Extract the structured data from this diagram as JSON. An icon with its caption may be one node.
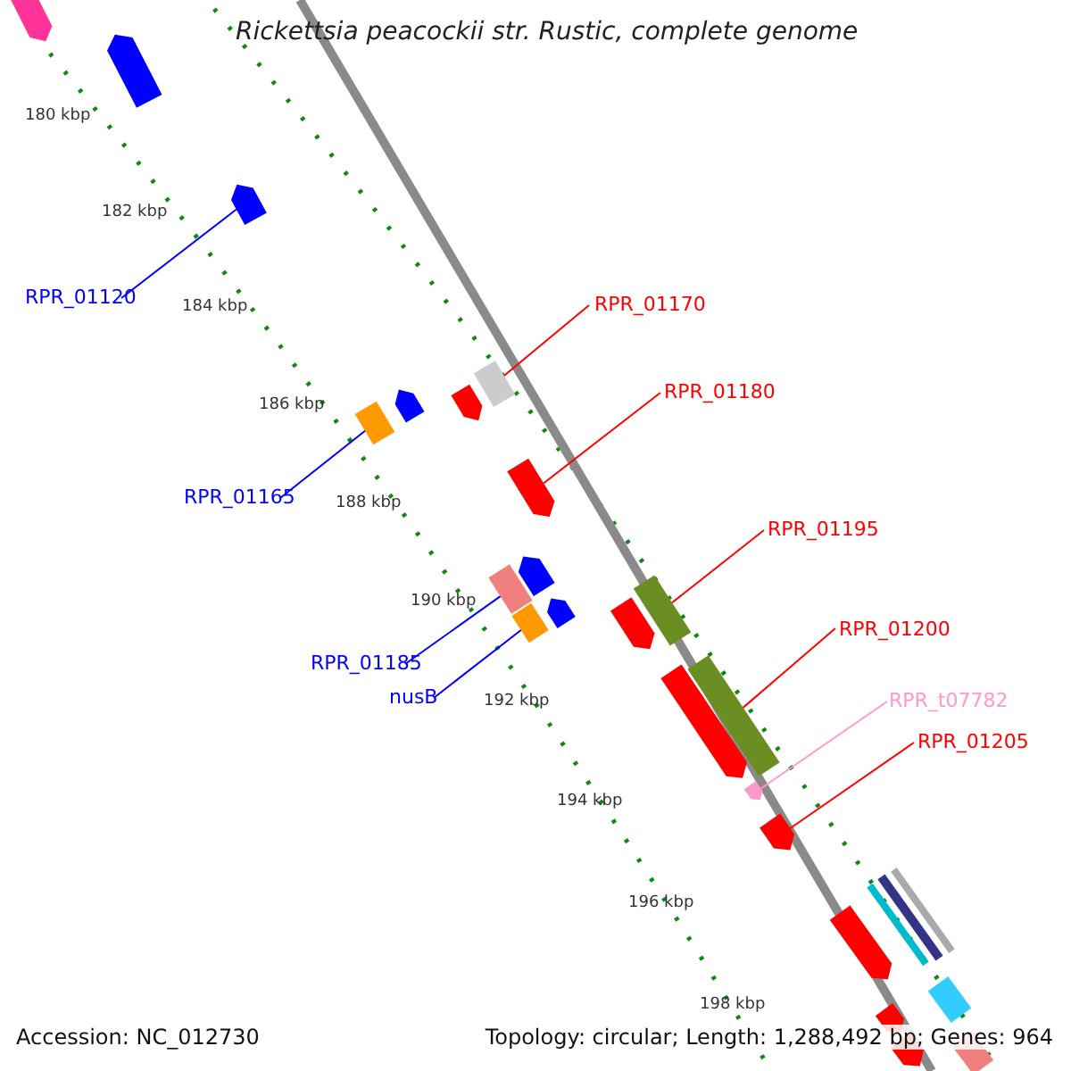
{
  "diagram": {
    "title": "Rickettsia peacockii str. Rustic, complete genome",
    "nodes": [
      {
        "text": [
          "RPR_01120"
        ]
      },
      {
        "text": [
          "RPR_01170"
        ]
      },
      {
        "text": [
          "RPR_01180"
        ]
      },
      {
        "text": [
          "RPR_01165"
        ]
      },
      {
        "text": [
          "RPR_01195"
        ]
      },
      {
        "text": [
          "RPR_01200"
        ]
      },
      {
        "text": [
          "RPR_01185"
        ]
      },
      {
        "text": [
          "nusB"
        ]
      },
      {
        "text": [
          "RPR_t07782"
        ]
      },
      {
        "text": [
          "RPR_01205"
        ]
      },
      {
        "text": [],
        "shape": "bar"
      },
      {
        "text": [],
        "shape": "bar"
      },
      {
        "text": [],
        "shape": "bar"
      },
      {
        "text": [],
        "shape": "bar"
      },
      {
        "text": [],
        "shape": "bar"
      },
      {
        "text": [],
        "shape": "bar"
      },
      {
        "text": [],
        "shape": "bar"
      },
      {
        "text": [],
        "shape": "bar"
      },
      {
        "text": [],
        "shape": "bar"
      },
      {
        "text": [],
        "shape": "bar"
      },
      {
        "text": [],
        "shape": "bar"
      },
      {
        "text": [],
        "shape": "bar"
      },
      {
        "text": [],
        "shape": "bar"
      },
      {
        "text": [],
        "shape": "bar"
      },
      {
        "text": [],
        "shape": "bar"
      },
      {
        "text": [],
        "shape": "bar"
      },
      {
        "text": [],
        "shape": "bar"
      },
      {
        "text": [],
        "shape": "bar"
      },
      {
        "text": [],
        "shape": "bar"
      },
      {
        "text": [],
        "shape": "bar"
      },
      {
        "text": [],
        "shape": "bar"
      },
      {
        "text": [],
        "shape": "bar"
      },
      {
        "text": [],
        "shape": "bar"
      },
      {
        "text": [],
        "shape": "bar"
      },
      {
        "text": [],
        "shape": "bar"
      },
      {
        "text": [],
        "shape": "bar"
      }
    ],
    "edges": [
      {
        "from": 0,
        "to": 12,
        "arrow": "none",
        "color": "#0000ff"
      },
      {
        "from": 1,
        "to": 13,
        "arrow": "none"
      },
      {
        "from": 2,
        "to": 17,
        "arrow": "none"
      },
      {
        "from": 3,
        "to": 16,
        "arrow": "none",
        "color": "#0000ff"
      },
      {
        "from": 4,
        "to": 21,
        "arrow": "none"
      },
      {
        "from": 5,
        "to": 24,
        "arrow": "none"
      },
      {
        "from": 6,
        "to": 19,
        "arrow": "none",
        "color": "#0000ff"
      },
      {
        "from": 7,
        "to": 22,
        "arrow": "none",
        "color": "#0000ff"
      },
      {
        "from": 8,
        "to": 26,
        "arrow": "none",
        "color": "#ff99cc"
      },
      {
        "from": 9,
        "to": 27,
        "arrow": "none"
      }
    ],
    "labels": [
      "180 kbp",
      "182 kbp",
      "184 kbp",
      "186 kbp",
      "188 kbp",
      "190 kbp",
      "192 kbp",
      "194 kbp",
      "196 kbp",
      "198 kbp",
      "Accession: NC_012730",
      "Topology: circular; Length: 1,288,492 bp; Genes: 964"
    ]
  }
}
